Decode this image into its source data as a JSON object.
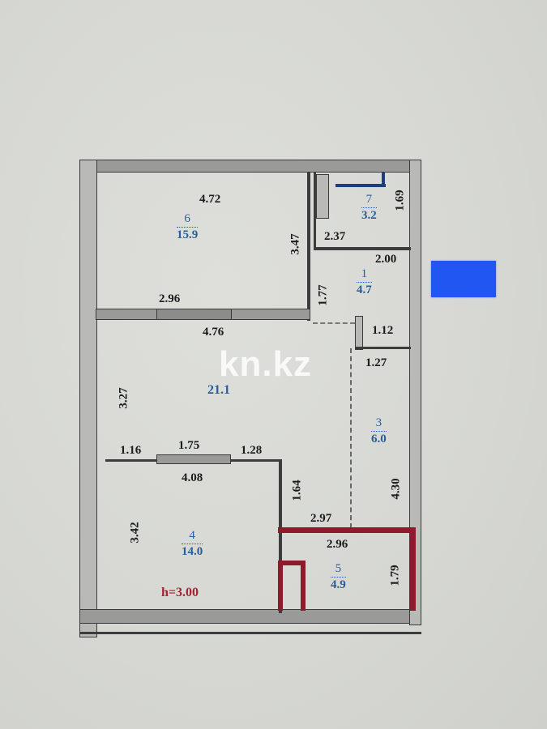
{
  "plan": {
    "ceiling_height": "h=3.00",
    "watermark": "kn.kz",
    "rooms": [
      {
        "id": "room-6",
        "number": "6",
        "area": "15.9"
      },
      {
        "id": "room-7",
        "number": "7",
        "area": "3.2"
      },
      {
        "id": "room-1",
        "number": "1",
        "area": "4.7"
      },
      {
        "id": "room-2",
        "number": "",
        "area": "21.1"
      },
      {
        "id": "room-3",
        "number": "3",
        "area": "6.0"
      },
      {
        "id": "room-4",
        "number": "4",
        "area": "14.0"
      },
      {
        "id": "room-5",
        "number": "5",
        "area": "4.9"
      }
    ],
    "dimensions": {
      "r6_width": "4.72",
      "r6_height": "3.47",
      "r6_bottom": "2.96",
      "r7_width": "2.37",
      "r7_height": "1.69",
      "r1_width": "2.00",
      "r1_height": "1.77",
      "r1_bottom": "1.12",
      "r2_width": "4.76",
      "r2_height": "3.27",
      "r2_bottom_left": "1.16",
      "r2_bottom_mid": "1.75",
      "r2_bottom_right": "1.28",
      "r3_width": "1.27",
      "r3_height": "4.30",
      "r3_bottom": "2.97",
      "r4_width": "4.08",
      "r4_height": "3.42",
      "r4_side": "1.64",
      "r5_width": "2.96",
      "r5_height": "1.79"
    },
    "colors": {
      "room_label": "#2a5d97",
      "wet_zone_wall": "#8e1b2b",
      "closet_mark": "#1e3d7a",
      "marker_box": "#2256f2"
    }
  }
}
